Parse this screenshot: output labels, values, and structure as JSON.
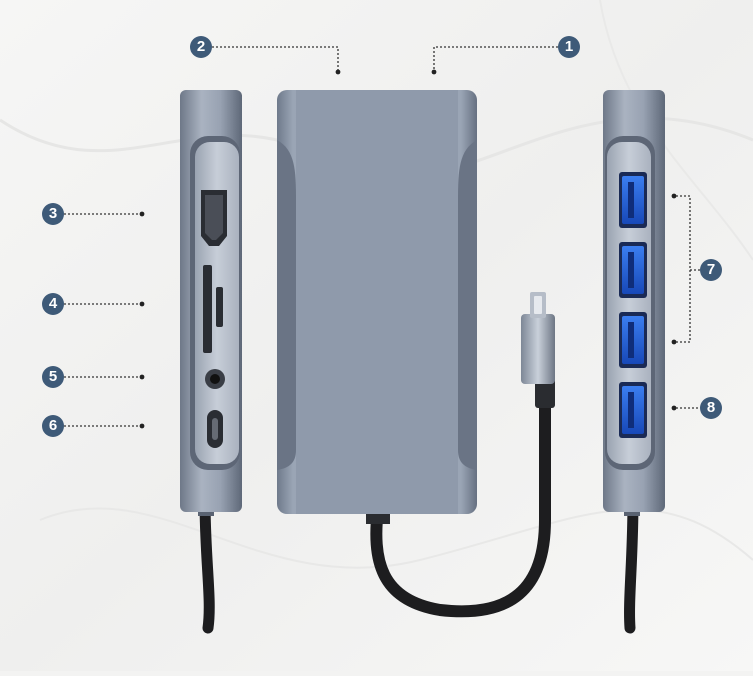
{
  "colors": {
    "callout_bg": "#3e5a78",
    "body_gray": "#8f9aab",
    "usb_blue": "#1d5bd6",
    "cable": "#1d1d1f",
    "background": "#f3f3f2"
  },
  "callouts": [
    {
      "label": "1"
    },
    {
      "label": "2"
    },
    {
      "label": "3"
    },
    {
      "label": "4"
    },
    {
      "label": "5"
    },
    {
      "label": "6"
    },
    {
      "label": "7"
    },
    {
      "label": "8"
    }
  ]
}
